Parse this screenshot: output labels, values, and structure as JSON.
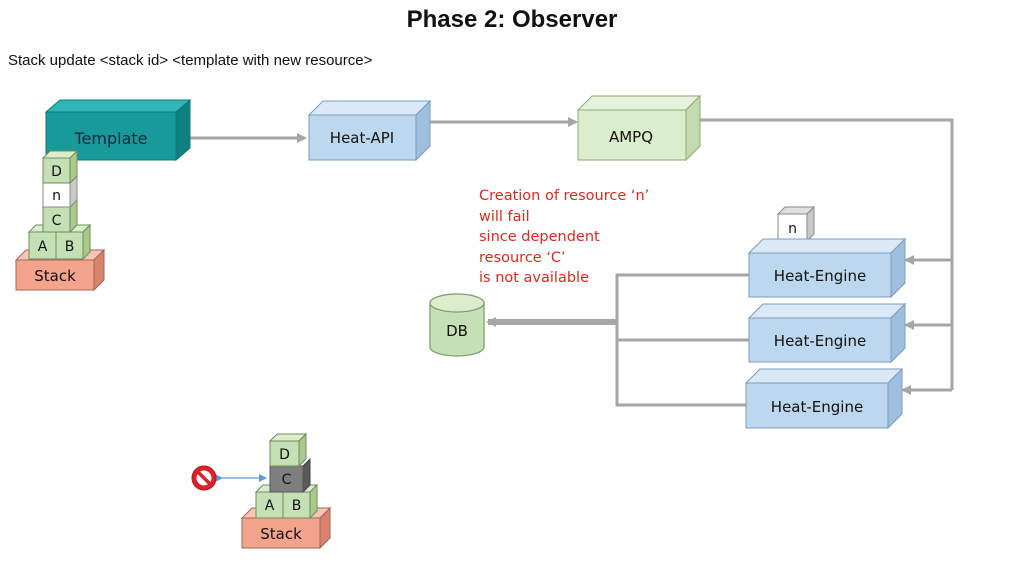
{
  "title": "Phase 2: Observer",
  "subtitle": "Stack update <stack id> <template with new resource>",
  "boxes": {
    "template": "Template",
    "heat_api": "Heat-API",
    "ampq": "AMPQ",
    "heat_engine_1": "Heat-Engine",
    "heat_engine_2": "Heat-Engine",
    "heat_engine_3": "Heat-Engine",
    "db": "DB"
  },
  "stack_top": {
    "blocks": {
      "d": "D",
      "n": "n",
      "c": "C",
      "a": "A",
      "b": "B"
    },
    "base": "Stack"
  },
  "stack_bottom": {
    "blocks": {
      "d": "D",
      "c": "C",
      "a": "A",
      "b": "B"
    },
    "base": "Stack"
  },
  "engine_resource": "n",
  "note": [
    "Creation of resource ‘n’",
    "will fail",
    "since dependent",
    "resource ‘C’",
    "is not available"
  ],
  "colors": {
    "teal": "#189a9a",
    "blue": "#bdd7ee",
    "green": "#c5e0b4",
    "salmon": "#f4a48c",
    "gray_block": "#7f7f7f",
    "connector": "#a6a6a6",
    "note_red": "#e0281e",
    "no_sign": "#e0202a"
  },
  "icons": {
    "prohibited": "no-entry-icon",
    "double_arrow": "double-arrow-icon"
  }
}
